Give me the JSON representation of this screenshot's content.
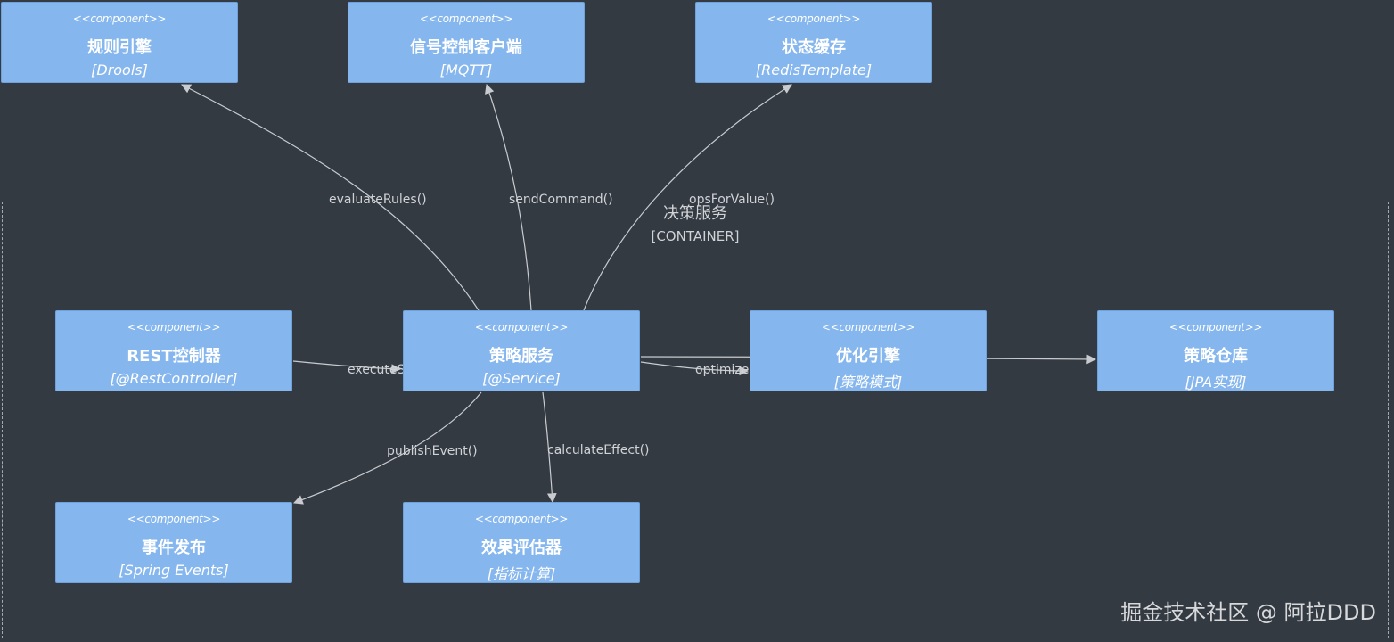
{
  "boundary": {
    "title": "决策服务",
    "type": "[CONTAINER]"
  },
  "components": {
    "rules_engine": {
      "stereotype": "<<component>>",
      "name": "规则引擎",
      "tech": "[Drools]"
    },
    "signal_client": {
      "stereotype": "<<component>>",
      "name": "信号控制客户端",
      "tech": "[MQTT]"
    },
    "state_cache": {
      "stereotype": "<<component>>",
      "name": "状态缓存",
      "tech": "[RedisTemplate]"
    },
    "rest_controller": {
      "stereotype": "<<component>>",
      "name": "REST控制器",
      "tech": "[@RestController]"
    },
    "strategy_service": {
      "stereotype": "<<component>>",
      "name": "策略服务",
      "tech": "[@Service]"
    },
    "optimization_engine": {
      "stereotype": "<<component>>",
      "name": "优化引擎",
      "tech": "[策略模式]"
    },
    "strategy_repo": {
      "stereotype": "<<component>>",
      "name": "策略仓库",
      "tech": "[JPA实现]"
    },
    "event_publisher": {
      "stereotype": "<<component>>",
      "name": "事件发布",
      "tech": "[Spring Events]"
    },
    "effect_evaluator": {
      "stereotype": "<<component>>",
      "name": "效果评估器",
      "tech": "[指标计算]"
    }
  },
  "relations": {
    "evaluate_rules": "evaluateRules()",
    "send_command": "sendCommand()",
    "ops_for_value": "opsForValue()",
    "execute_strategy": "executeStrategy()",
    "optimize": "optimize()",
    "publish_event": "publishEvent()",
    "calculate_effect": "calculateEffect()"
  },
  "watermark": "掘金技术社区 @ 阿拉DDD",
  "colors": {
    "background": "#343a42",
    "component_fill": "#85b6ee",
    "edge": "#c8ccd0"
  }
}
